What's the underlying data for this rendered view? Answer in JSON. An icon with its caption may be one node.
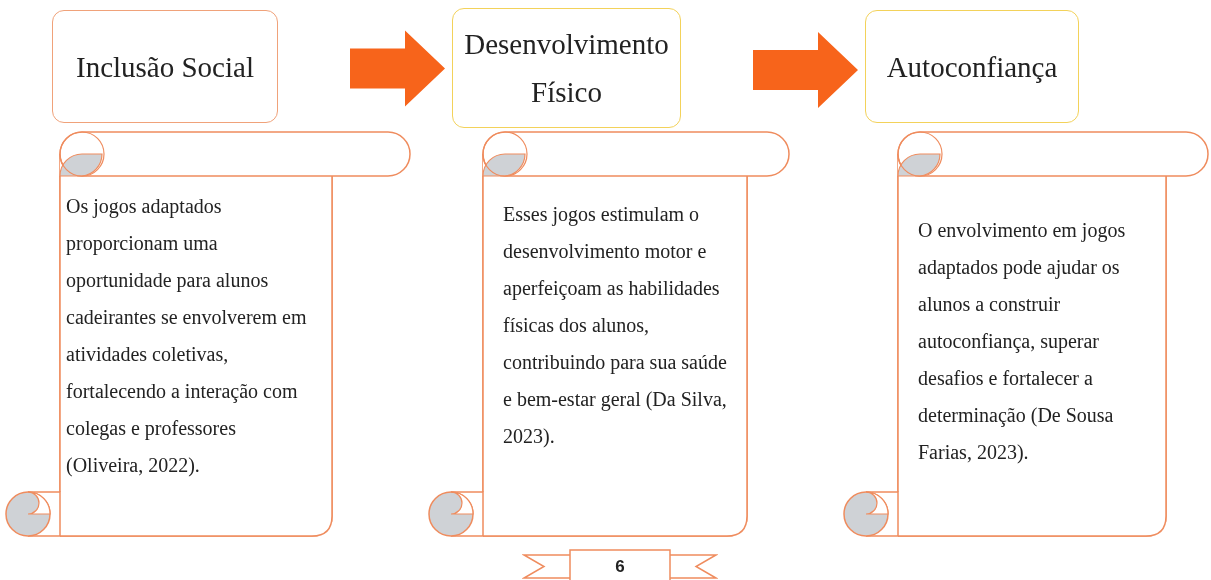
{
  "diagram": {
    "nodes": [
      {
        "text": [
          "Inclusão Social"
        ]
      },
      {
        "text": [
          "Desenvolvimento Físico"
        ]
      },
      {
        "text": [
          "Autoconfiança"
        ]
      },
      {
        "text": [
          "Os jogos adaptados proporcionam uma oportunidade para alunos cadeirantes se envolverem em atividades coletivas, fortalecendo a interação com colegas e professores (Oliveira, 2022)."
        ]
      },
      {
        "text": [
          "Esses jogos estimulam o desenvolvimento motor e aperfeiçoam as habilidades físicas dos alunos, contribuindo para sua saúde e bem-estar geral (Da Silva, 2023)."
        ]
      },
      {
        "text": [
          "O envolvimento em jogos adaptados pode ajudar os alunos a construir autoconfiança, superar desafios e fortalecer a determinação (De Sousa Farias, 2023)."
        ]
      },
      {
        "text": [
          "6"
        ]
      }
    ],
    "edges": [
      {
        "from": 0,
        "to": 1,
        "arrow": "to"
      },
      {
        "from": 1,
        "to": 2,
        "arrow": "to"
      }
    ]
  }
}
